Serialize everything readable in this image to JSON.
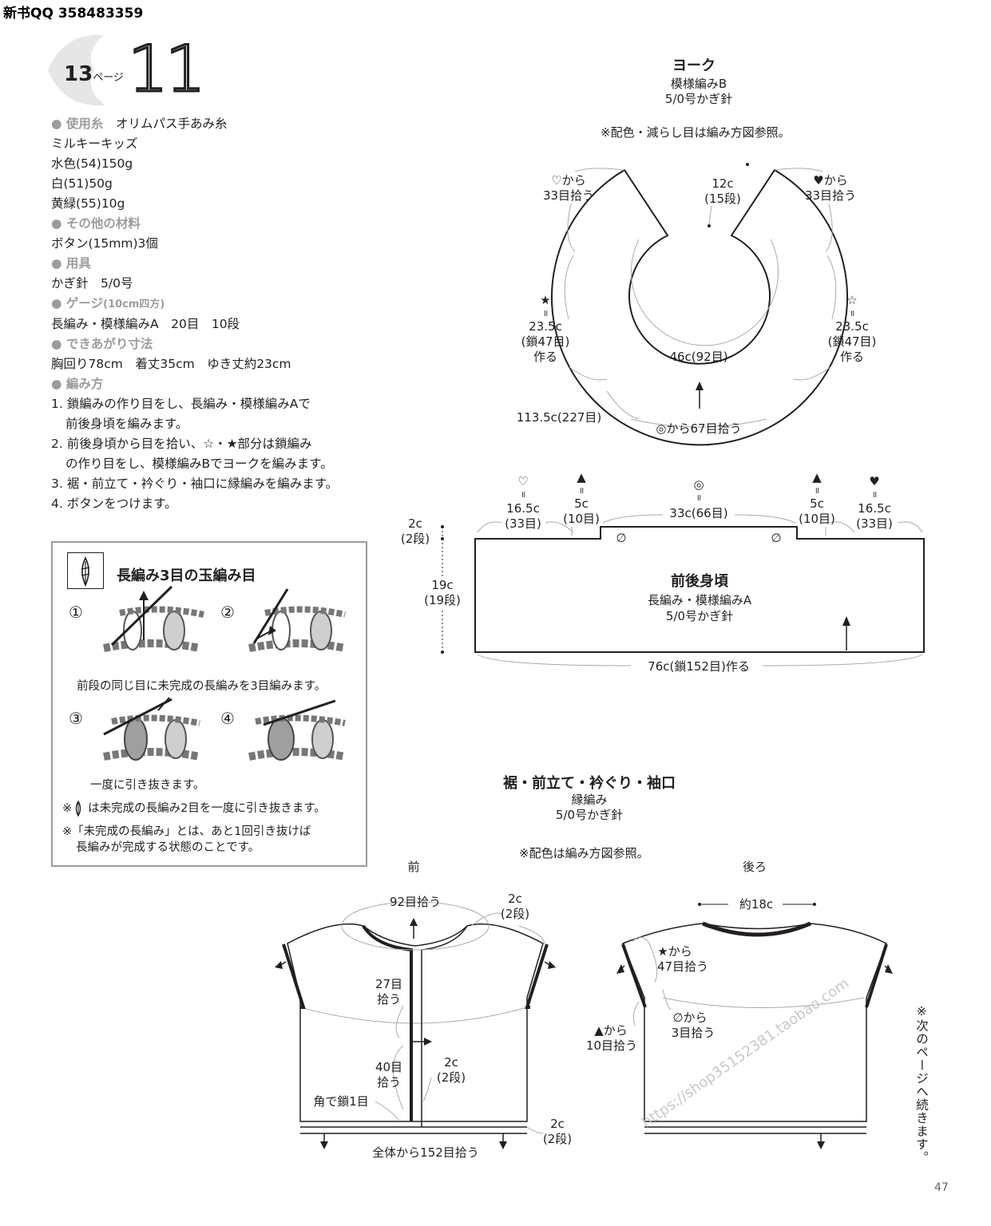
{
  "watermark_top": "新书QQ 358483359",
  "header": {
    "ref_page": "13",
    "ref_page_suffix": "ページ",
    "pattern_no": "11"
  },
  "info": {
    "materials_heading": "使用糸",
    "yarn_brand": "オリムパス手あみ糸",
    "yarn_name": "ミルキーキッズ",
    "yarn_colors": [
      "水色(54)150g",
      "白(51)50g",
      "黄緑(55)10g"
    ],
    "other_heading": "その他の材料",
    "other_items": [
      "ボタン(15mm)3個"
    ],
    "tools_heading": "用具",
    "tools_items": [
      "かぎ針　5/0号"
    ],
    "gauge_heading": "ゲージ",
    "gauge_sub": "(10cm四方)",
    "gauge_items": [
      "長編み・模様編みA　20目　10段"
    ],
    "size_heading": "できあがり寸法",
    "size_items": [
      "胸回り78cm　着丈35cm　ゆき丈約23cm"
    ],
    "method_heading": "編み方",
    "steps": [
      {
        "a": "1. 鎖編みの作り目をし、長編み・模様編みAで",
        "b": "前後身頃を編みます。"
      },
      {
        "a": "2. 前後身頃から目を拾い、☆・★部分は鎖編み",
        "b": "の作り目をし、模様編みBでヨークを編みます。"
      },
      {
        "a": "3. 裾・前立て・衿ぐり・袖口に縁編みを編みます。",
        "b": ""
      },
      {
        "a": "4. ボタンをつけます。",
        "b": ""
      }
    ]
  },
  "stitch_box": {
    "title": "長編み3目の玉編み目",
    "step_nums": [
      "①",
      "②",
      "③",
      "④"
    ],
    "caption1": "前段の同じ目に未完成の長編みを3目編みます。",
    "caption2": "一度に引き抜きます。",
    "note1": "は未完成の長編み2目を一度に引き抜きます。",
    "note2a": "※「未完成の長編み」とは、あと1回引き抜けば",
    "note2b": "長編みが完成する状態のことです。",
    "note_mark": "※"
  },
  "yoke": {
    "title": "ヨーク",
    "pattern": "模様編みB",
    "hook": "5/0号かぎ針",
    "note": "※配色・減らし目は編み方図参照。",
    "left_pick_a": "♡から",
    "left_pick_b": "33目拾う",
    "right_pick_a": "♥から",
    "right_pick_b": "33目拾う",
    "neck_a": "12c",
    "neck_b": "(15段)",
    "left_mark": "★",
    "right_mark": "☆",
    "eq": "॥",
    "left_chain_a": "23.5c",
    "left_chain_b": "(鎖47目)",
    "left_chain_c": "作る",
    "right_chain_a": "23.5c",
    "right_chain_b": "(鎖47目)",
    "right_chain_c": "作る",
    "inner": "46c(92目)",
    "outer": "113.5c(227目)",
    "bottom_pick": "◎から67目拾う"
  },
  "body": {
    "title": "前後身頃",
    "pattern": "長編み・模様編みA",
    "hook": "5/0号かぎ針",
    "marks": [
      "♡",
      "▲",
      "◎",
      "▲",
      "♥"
    ],
    "seg1_a": "16.5c",
    "seg1_b": "(33目)",
    "seg2_a": "5c",
    "seg2_b": "(10目)",
    "seg3": "33c(66目)",
    "seg4_a": "5c",
    "seg4_b": "(10目)",
    "seg5_a": "16.5c",
    "seg5_b": "(33目)",
    "notch_a": "2c",
    "notch_b": "(2段)",
    "height_a": "19c",
    "height_b": "(19段)",
    "width": "76c(鎖152目)作る",
    "phi": "∅"
  },
  "edging": {
    "title": "裾・前立て・衿ぐり・袖口",
    "pattern": "縁編み",
    "hook": "5/0号かぎ針",
    "note": "※配色は編み方図参照。",
    "front_label": "前",
    "back_label": "後ろ",
    "front_neck": "92目拾う",
    "front_side_a": "2c",
    "front_side_b": "(2段)",
    "front_27_a": "27目",
    "front_27_b": "拾う",
    "front_40_a": "40目",
    "front_40_b": "拾う",
    "front_band_a": "2c",
    "front_band_b": "(2段)",
    "corner": "角で鎖1目",
    "hem_a": "2c",
    "hem_b": "(2段)",
    "hem_pick": "全体から152目拾う",
    "back_width": "約18c",
    "back_star_a": "★から",
    "back_star_b": "47目拾う",
    "back_phi_a": "∅から",
    "back_phi_b": "3目拾う",
    "back_tri_a": "▲から",
    "back_tri_b": "10目拾う"
  },
  "side_note": "※次のページへ続きます。",
  "diag_watermark": "https://shop35152381.taobao.com",
  "page_number": "47"
}
